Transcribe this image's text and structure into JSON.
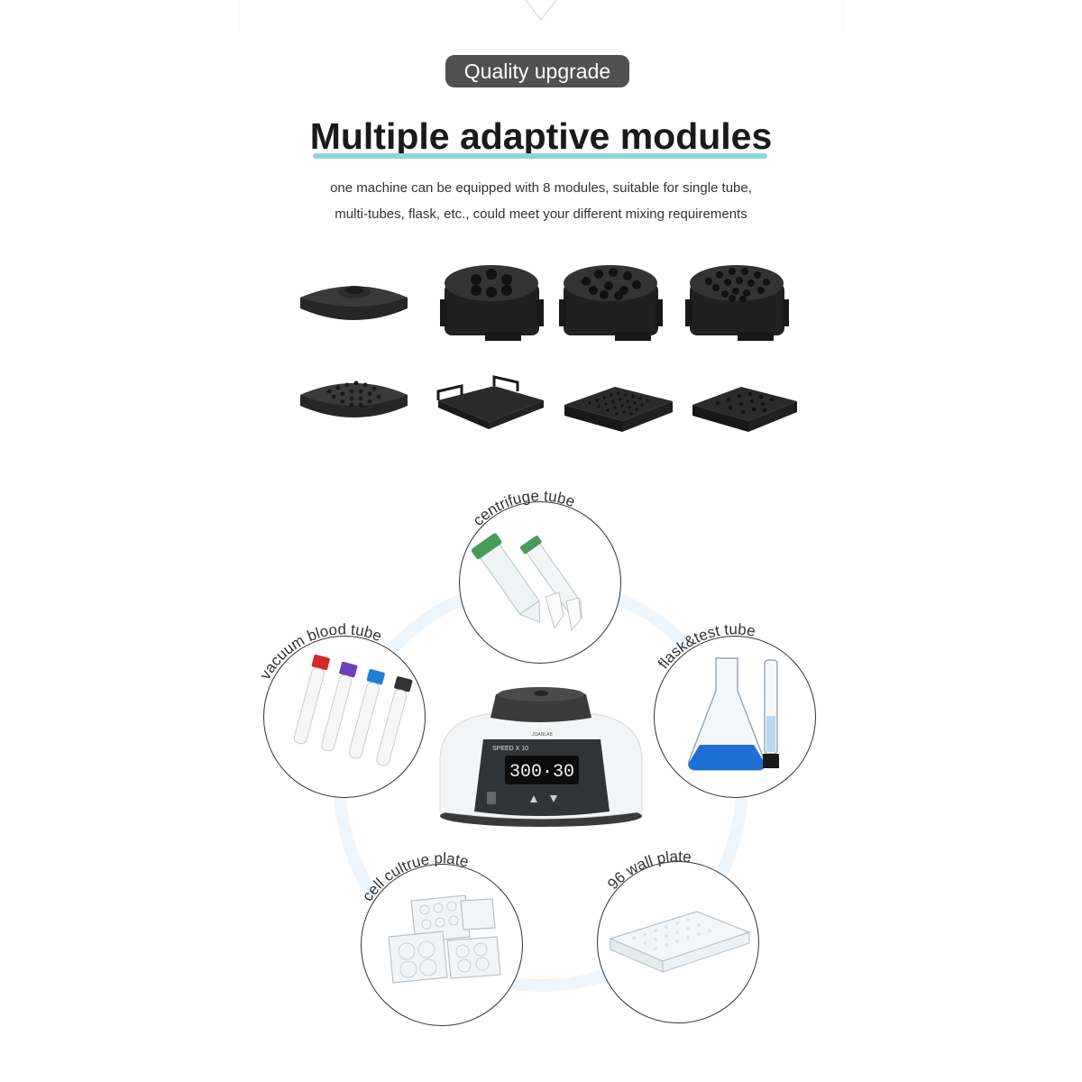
{
  "badge": {
    "label": "Quality upgrade"
  },
  "headline": {
    "title": "Multiple adaptive modules"
  },
  "description": {
    "line1": "one machine can be equipped with 8 modules, suitable for single tube,",
    "line2": "multi-tubes, flask, etc., could meet your different mixing requirements"
  },
  "applications": [
    {
      "label": "centrifuge tube"
    },
    {
      "label": "vacuum blood tube"
    },
    {
      "label": "flask&test tube"
    },
    {
      "label": "cell cultrue plate"
    },
    {
      "label": "96 wall plate"
    }
  ],
  "machine": {
    "model": "SPEED X 10",
    "display": "300·30",
    "brand": "JOANLAB"
  },
  "colors": {
    "badge_bg": "#505050",
    "underline": "#8ed6d8",
    "ring": "#eef6fd",
    "module_black": "#1e1e1e"
  }
}
